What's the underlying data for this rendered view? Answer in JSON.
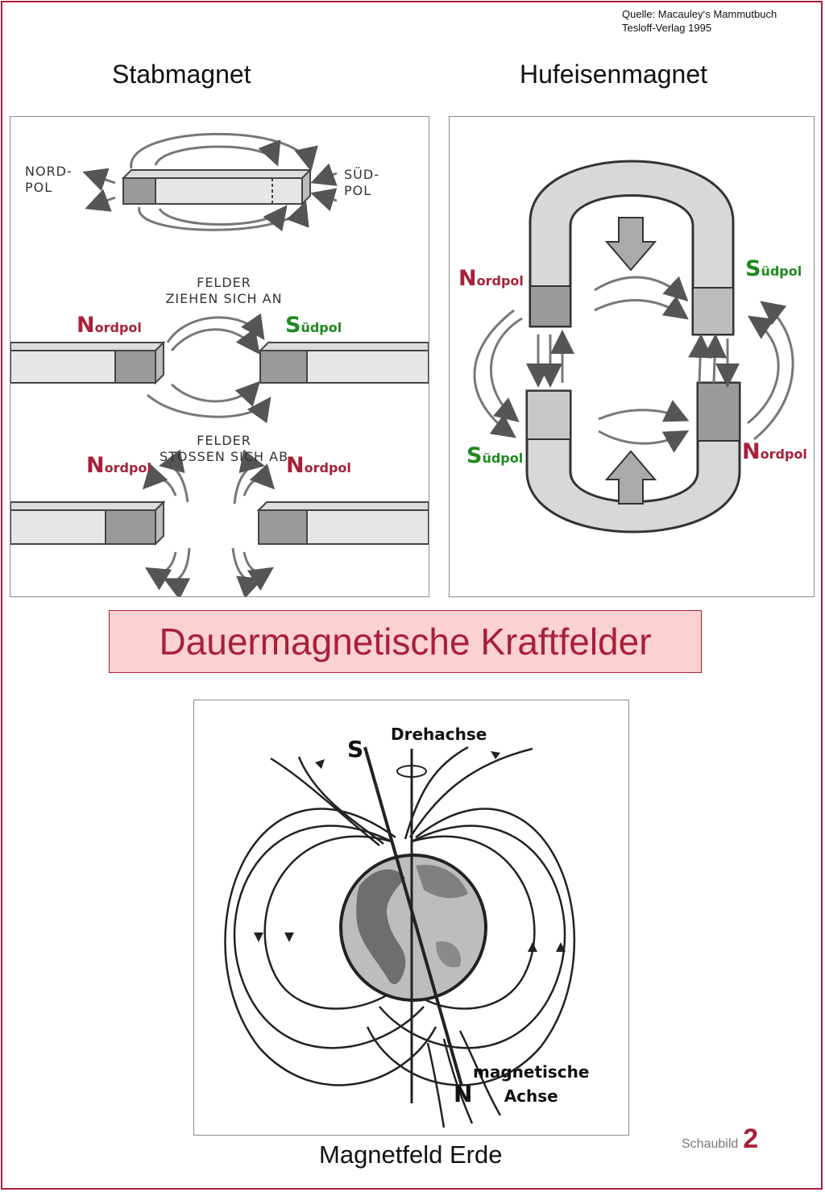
{
  "source": {
    "line1": "Quelle: Macauley‘s Mammutbuch",
    "line2": "Tesloff-Verlag 1995"
  },
  "bar_magnet": {
    "title": "Stabmagnet",
    "nord_pol": "NORD-\nPOL",
    "sued_pol": "SÜD-\nPOL",
    "attract_text": "FELDER\nZIEHEN SICH AN",
    "repel_text": "FELDER\nSTOSSEN SICH AB",
    "labels": {
      "attract_left": {
        "initial": "N",
        "rest": "ordpol"
      },
      "attract_right": {
        "initial": "S",
        "rest": "üdpol"
      },
      "repel_left": {
        "initial": "N",
        "rest": "ordpol"
      },
      "repel_right": {
        "initial": "N",
        "rest": "ordpol"
      }
    }
  },
  "horseshoe": {
    "title": "Hufeisenmagnet",
    "labels": {
      "top_left": {
        "initial": "N",
        "rest": "ordpol"
      },
      "top_right": {
        "initial": "S",
        "rest": "üdpol"
      },
      "bottom_left": {
        "initial": "S",
        "rest": "üdpol"
      },
      "bottom_right": {
        "initial": "N",
        "rest": "ordpol"
      }
    }
  },
  "banner": "Dauermagnetische Kraftfelder",
  "earth": {
    "caption": "Magnetfeld Erde",
    "s_label": "S",
    "n_label": "N",
    "rotation_axis": "Drehachse",
    "magnetic_axis": "magnetische\nAchse"
  },
  "figure_badge": {
    "label": "Schaubild",
    "number": "2"
  },
  "colors": {
    "accent": "#a8203a",
    "green": "#1e8a1e",
    "banner_bg": "#fcd1d1"
  }
}
